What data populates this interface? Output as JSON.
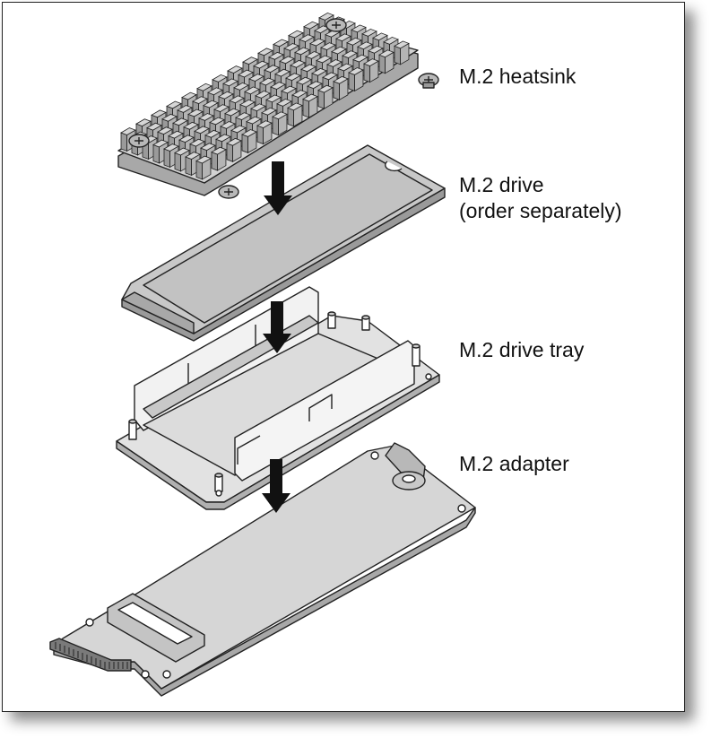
{
  "labels": {
    "heatsink": "M.2 heatsink",
    "drive_line1": "M.2 drive",
    "drive_line2": "(order separately)",
    "tray": "M.2 drive tray",
    "adapter": "M.2 adapter"
  },
  "colors": {
    "part_fill": "#d6d6d6",
    "part_shade": "#b4b4b4",
    "part_dark": "#9a9a9a",
    "outline": "#222222",
    "arrow": "#111111"
  }
}
